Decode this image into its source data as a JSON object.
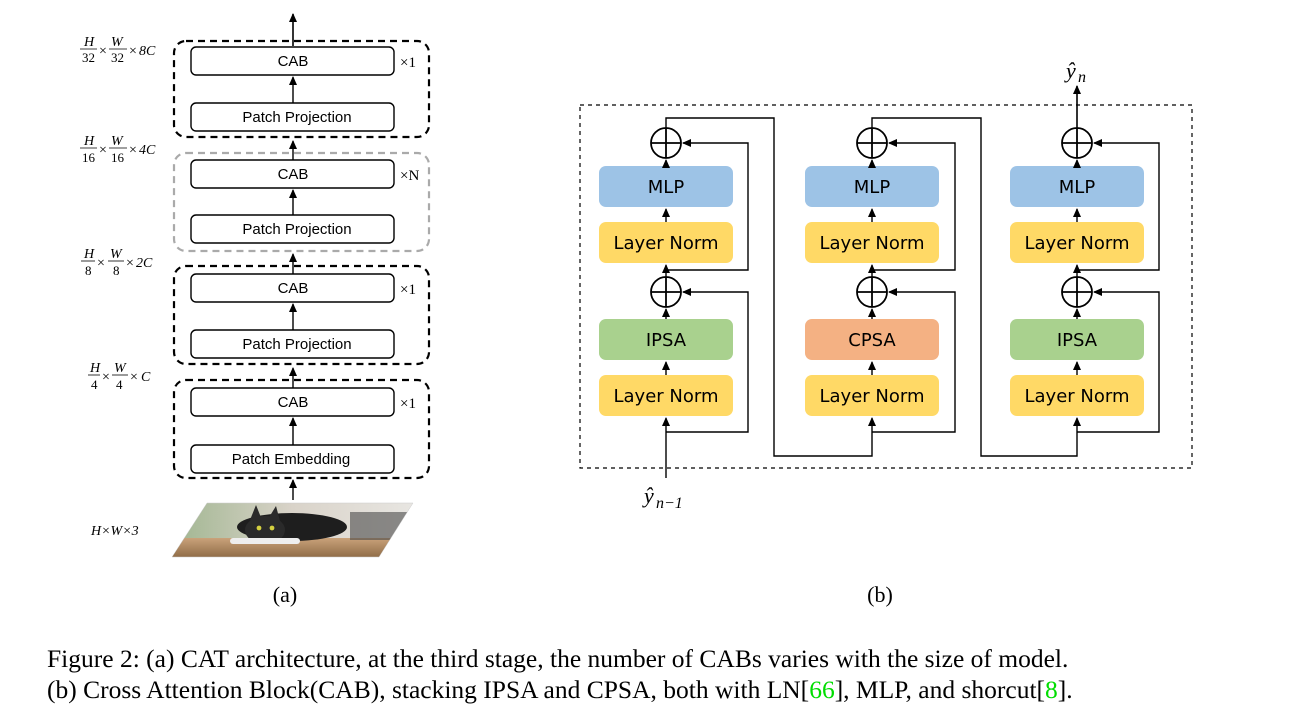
{
  "diagram_a": {
    "stages": [
      {
        "block": "CAB",
        "proj": "Patch Projection",
        "mult": "×1",
        "dims": [
          "H",
          "32",
          "W",
          "32",
          "8C"
        ]
      },
      {
        "block": "CAB",
        "proj": "Patch Projection",
        "mult": "×N",
        "dims": [
          "H",
          "16",
          "W",
          "16",
          "4C"
        ]
      },
      {
        "block": "CAB",
        "proj": "Patch Projection",
        "mult": "×1",
        "dims": [
          "H",
          "8",
          "W",
          "8",
          "2C"
        ]
      },
      {
        "block": "CAB",
        "proj": "Patch Embedding",
        "mult": "×1",
        "dims": [
          "H",
          "4",
          "W",
          "4",
          "C"
        ]
      }
    ],
    "input_dims": "H×W×3",
    "sublabel": "(a)"
  },
  "diagram_b": {
    "columns": [
      {
        "attn": "IPSA",
        "attn_color": "#a9d18e",
        "ln1": "Layer Norm",
        "ln2": "Layer Norm",
        "mlp": "MLP"
      },
      {
        "attn": "CPSA",
        "attn_color": "#f4b183",
        "ln1": "Layer Norm",
        "ln2": "Layer Norm",
        "mlp": "MLP"
      },
      {
        "attn": "IPSA",
        "attn_color": "#a9d18e",
        "ln1": "Layer Norm",
        "ln2": "Layer Norm",
        "mlp": "MLP"
      }
    ],
    "colors": {
      "mlp": "#9dc3e6",
      "layer_norm": "#ffd966"
    },
    "output_label": "ŷ",
    "output_sub": "n",
    "input_label": "ŷ",
    "input_sub": "n−1",
    "sublabel": "(b)"
  },
  "caption": {
    "line1": "Figure 2: (a) CAT architecture, at the third stage, the number of CABs varies with the size of model.",
    "line2_a": "(b) Cross Attention Block(CAB), stacking IPSA and CPSA, both with LN[",
    "ref1": "66",
    "line2_b": "], MLP, and shorcut[",
    "ref2": "8",
    "line2_c": "]."
  }
}
